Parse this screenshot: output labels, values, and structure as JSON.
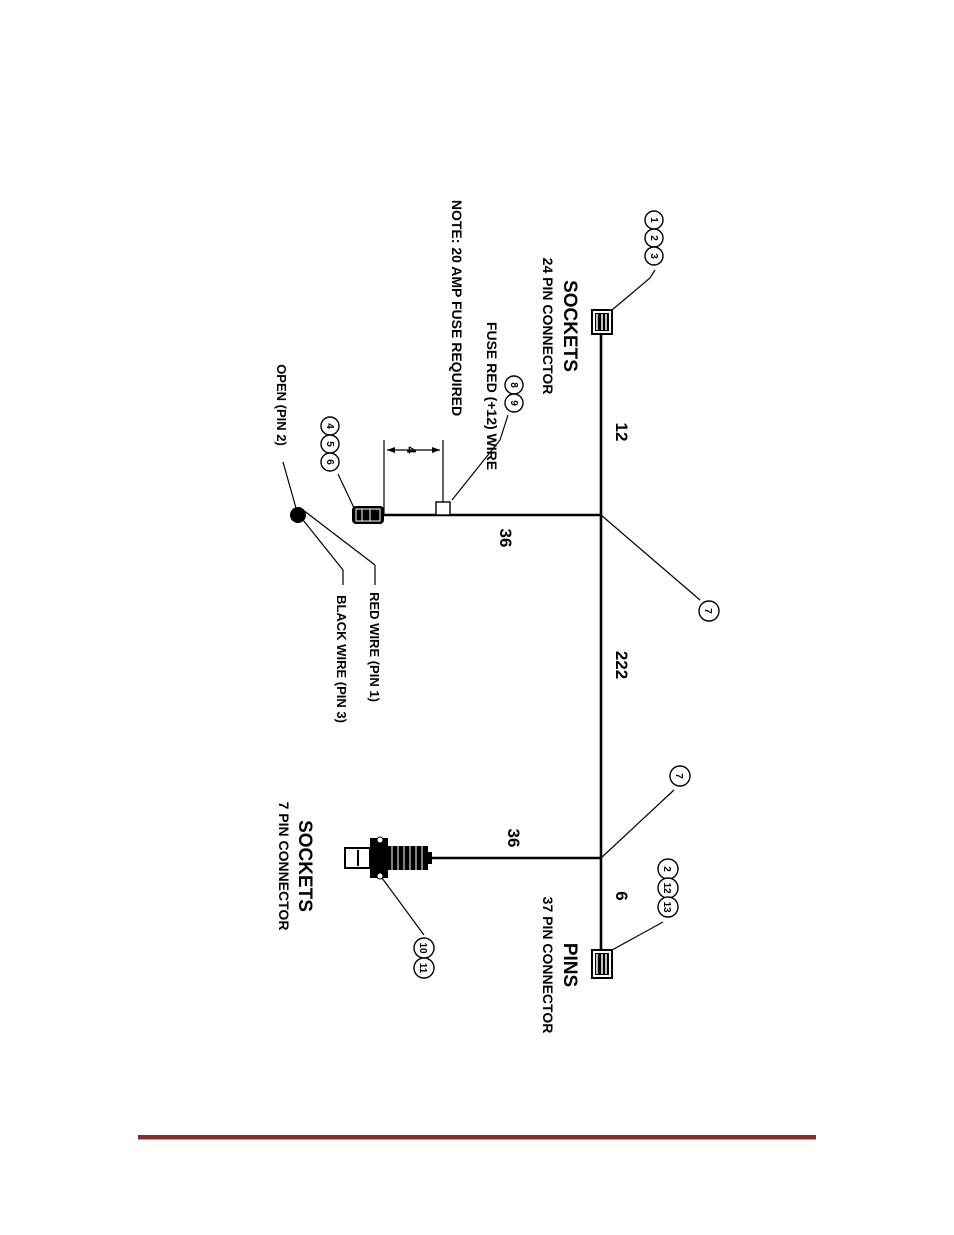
{
  "diagram": {
    "connectors": {
      "sockets_24": {
        "title": "SOCKETS",
        "subtitle": "24 PIN CONNECTOR",
        "callout": [
          "1",
          "2",
          "3"
        ]
      },
      "pins_37": {
        "title": "PINS",
        "subtitle": "37 PIN CONNECTOR",
        "callout": [
          "2",
          "12",
          "13"
        ]
      },
      "sockets_7": {
        "title": "SOCKETS",
        "subtitle": "7 PIN CONNECTOR",
        "callout": [
          "10",
          "11"
        ]
      },
      "branch_456": {
        "callout": [
          "4",
          "5",
          "6"
        ]
      }
    },
    "lengths": {
      "seg_top": "12",
      "seg_mid": "222",
      "seg_bottom": "6",
      "branch_upper": "36",
      "branch_lower": "36",
      "dimension": "4"
    },
    "fuse": {
      "label": "FUSE RED (+12) WIRE",
      "callout": [
        "8",
        "9"
      ]
    },
    "note": "NOTE: 20 AMP FUSE REQUIRED",
    "plug": {
      "open": "OPEN (PIN 2)",
      "red": "RED WIRE (PIN 1)",
      "black": "BLACK WIRE (PIN 3)"
    },
    "item_7_upper": "7",
    "item_7_lower": "7"
  },
  "colors": {
    "line": "#000000",
    "footer_rule": "#8b2b2b"
  }
}
